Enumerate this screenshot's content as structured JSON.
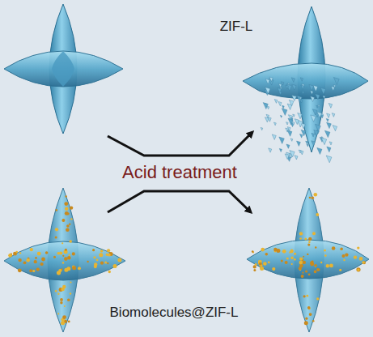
{
  "diagram": {
    "labels": [
      "ZIF-L",
      "Acid treatment",
      "Biomolecules@ZIF-L"
    ]
  }
}
